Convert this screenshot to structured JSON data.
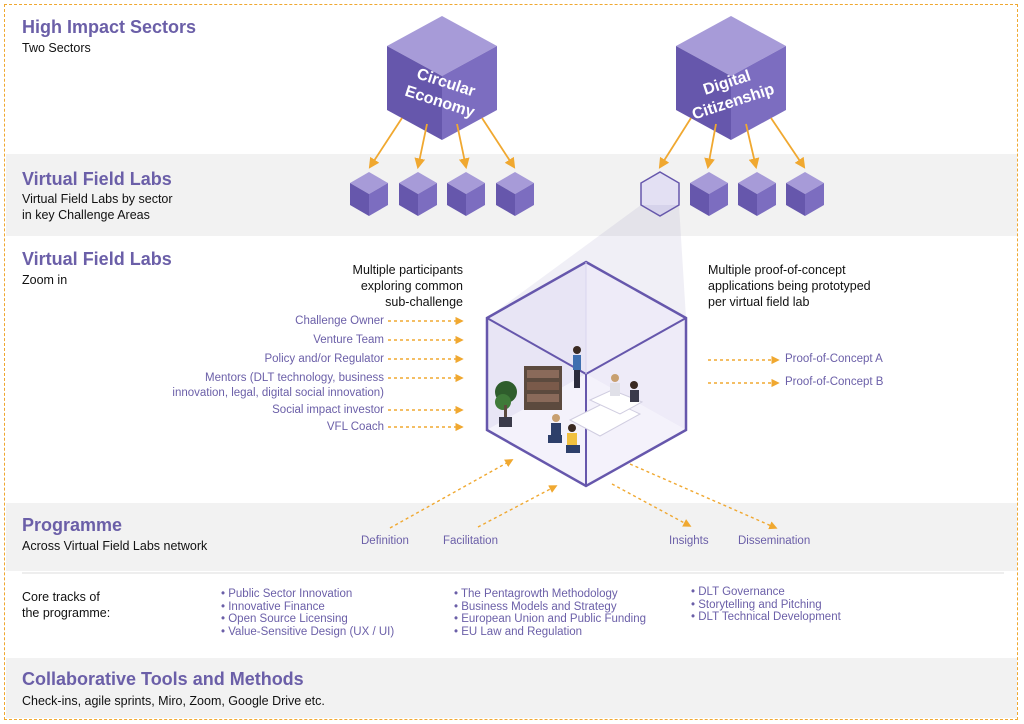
{
  "sections": {
    "high_impact": {
      "title": "High Impact Sectors",
      "subtitle": "Two Sectors"
    },
    "vfl_sector": {
      "title": "Virtual Field Labs",
      "subtitle_line1": "Virtual Field Labs by sector",
      "subtitle_line2": "in key Challenge Areas"
    },
    "vfl_zoom": {
      "title": "Virtual Field Labs",
      "subtitle": "Zoom in"
    },
    "programme": {
      "title": "Programme",
      "subtitle": "Across Virtual Field Labs network"
    },
    "core_tracks": {
      "line1": "Core tracks of",
      "line2": "the programme:"
    },
    "tools": {
      "title": "Collaborative Tools and Methods",
      "subtitle": "Check-ins, agile sprints, Miro, Zoom, Google Drive etc."
    }
  },
  "sectors": [
    {
      "line1": "Circular",
      "line2": "Economy"
    },
    {
      "line1": "Digital",
      "line2": "Citizenship"
    }
  ],
  "participants_heading": {
    "line1": "Multiple participants",
    "line2": "exploring common",
    "line3": "sub-challenge"
  },
  "poc_heading": {
    "line1": "Multiple proof-of-concept",
    "line2": "applications being prototyped",
    "line3": "per virtual field lab"
  },
  "roles": [
    {
      "label": "Challenge Owner"
    },
    {
      "label": "Venture Team"
    },
    {
      "label": "Policy and/or Regulator"
    },
    {
      "label": "Mentors (DLT technology, business"
    },
    {
      "label": "innovation, legal, digital social innovation)"
    },
    {
      "label": "Social impact investor"
    },
    {
      "label": "VFL Coach"
    }
  ],
  "pocs": [
    {
      "label": "Proof-of-Concept A"
    },
    {
      "label": "Proof-of-Concept B"
    }
  ],
  "programme_stages": [
    "Definition",
    "Facilitation",
    "Insights",
    "Dissemination"
  ],
  "tracks": [
    [
      "Public Sector Innovation",
      "Innovative Finance",
      "Open Source Licensing",
      "Value-Sensitive Design (UX / UI)"
    ],
    [
      "The Pentagrowth Methodology",
      "Business Models and Strategy",
      "European Union and Public Funding",
      "EU Law and Regulation"
    ],
    [
      "DLT Governance",
      "Storytelling and Pitching",
      "DLT Technical Development"
    ]
  ],
  "colors": {
    "accent": "#6b5fa8",
    "cube_top": "#a79bd8",
    "cube_left": "#6657ac",
    "cube_right": "#7c6dc0",
    "arrow": "#f0a830",
    "band": "#f2f2f2"
  },
  "icons": [
    "small-cube-icon",
    "big-cube-icon",
    "room-cube-illustration",
    "plant-icon",
    "bookshelf-icon",
    "person-icon",
    "dashed-arrow-icon"
  ]
}
